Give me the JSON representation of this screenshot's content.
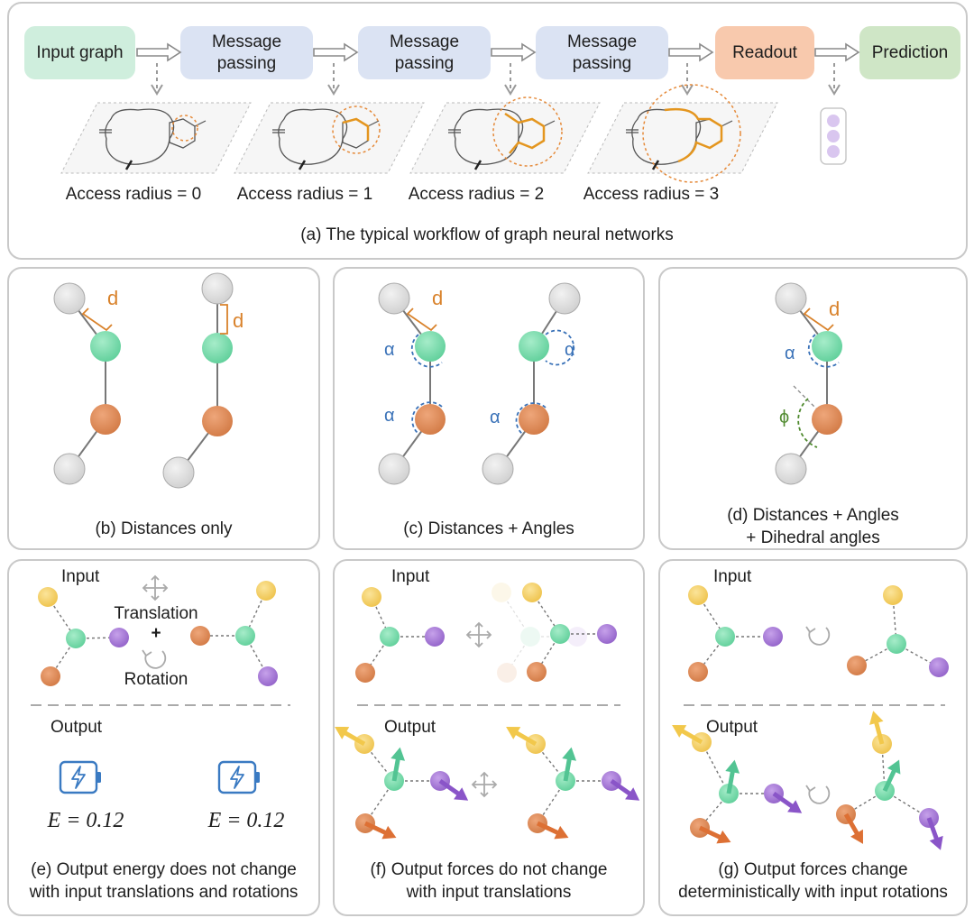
{
  "workflow": {
    "stages": [
      "Input graph",
      "Message\npassing",
      "Message\npassing",
      "Message\npassing",
      "Readout",
      "Prediction"
    ],
    "radius_labels": [
      "Access radius = 0",
      "Access radius = 1",
      "Access radius = 2",
      "Access radius = 3"
    ],
    "caption": "(a) The typical workflow of graph neural networks"
  },
  "panels": {
    "b": {
      "caption": "(b) Distances only",
      "d_label": "d"
    },
    "c": {
      "caption": "(c) Distances + Angles",
      "d_label": "d",
      "angle_label": "α"
    },
    "d": {
      "caption_line1": "(d) Distances + Angles",
      "caption_line2": "+ Dihedral angles",
      "d_label": "d",
      "angle_label": "α",
      "dihedral_label": "ϕ"
    },
    "e": {
      "input_label": "Input",
      "output_label": "Output",
      "translation_label": "Translation",
      "plus": "+",
      "rotation_label": "Rotation",
      "energy_left": "E = 0.12",
      "energy_right": "E = 0.12",
      "caption_line1": "(e) Output energy does not change",
      "caption_line2": "with input translations and rotations"
    },
    "f": {
      "input_label": "Input",
      "output_label": "Output",
      "caption_line1": "(f) Output forces do not change",
      "caption_line2": "with input translations"
    },
    "g": {
      "input_label": "Input",
      "output_label": "Output",
      "caption_line1": "(g) Output forces change",
      "caption_line2": "deterministically with input rotations"
    }
  },
  "colors": {
    "green_node": "#7fd9b0",
    "orange_node": "#e08e5e",
    "gray_node": "#dcdcdc",
    "yellow_node": "#f4d36b",
    "purple_node": "#a97ad6",
    "input_pill": "#cfeedd",
    "mp_pill": "#dbe3f3",
    "readout_pill": "#f8c9ad",
    "prediction_pill": "#cfe6c6",
    "distance_color": "#d9822b",
    "angle_color": "#3a72b8",
    "dihedral_color": "#4f8a2e"
  },
  "icons": [
    "arrow-right-icon",
    "dashed-arrow-down-icon",
    "battery-icon",
    "move-icon",
    "rotate-icon"
  ]
}
